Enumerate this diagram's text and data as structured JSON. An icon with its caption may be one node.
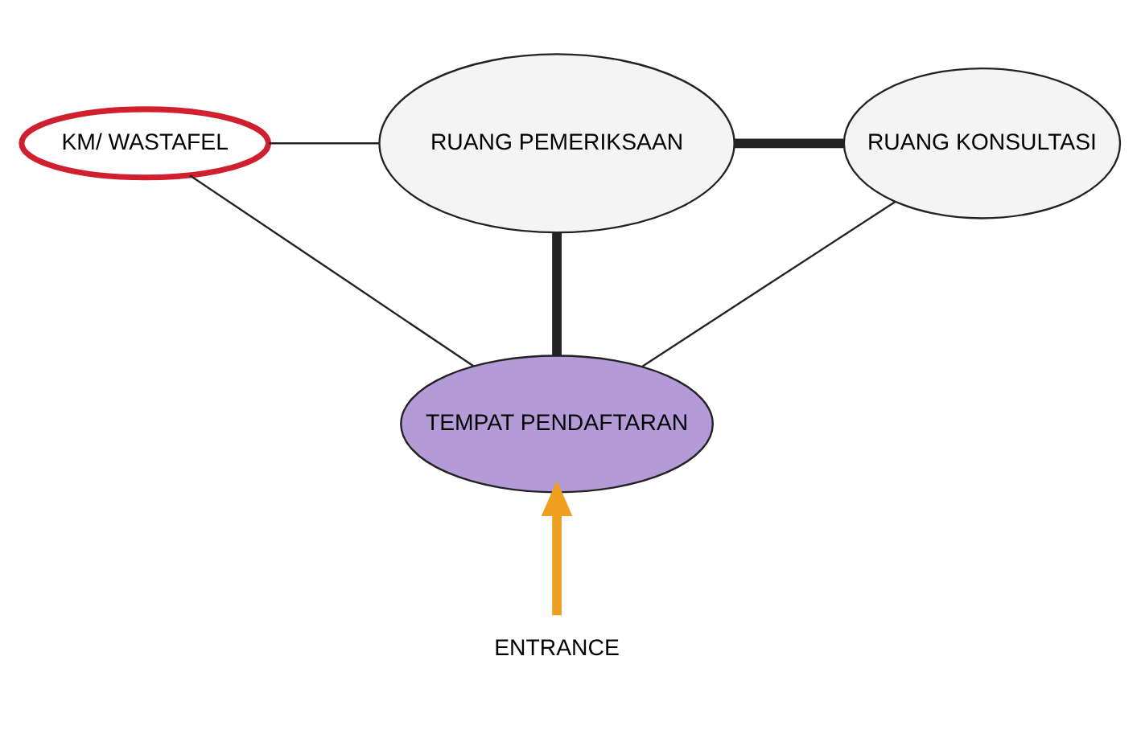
{
  "diagram": {
    "nodes": [
      {
        "text": [
          "KM/ WASTAFEL"
        ]
      },
      {
        "text": [
          "RUANG PEMERIKSAAN"
        ]
      },
      {
        "text": [
          "RUANG KONSULTASI"
        ]
      },
      {
        "text": [
          "TEMPAT PENDAFTARAN"
        ]
      },
      {
        "text": [
          "ENTRANCE"
        ]
      }
    ],
    "edges": [
      {
        "from": 0,
        "to": 1,
        "arrow": "none"
      },
      {
        "from": 1,
        "to": 2,
        "arrow": "none",
        "style": "thick"
      },
      {
        "from": 1,
        "to": 3,
        "arrow": "none",
        "style": "thick"
      },
      {
        "from": 0,
        "to": 3,
        "arrow": "none"
      },
      {
        "from": 2,
        "to": 3,
        "arrow": "none"
      },
      {
        "from": 4,
        "to": 3,
        "arrow": "to",
        "style": "thick",
        "color": "#f0a020"
      }
    ]
  }
}
